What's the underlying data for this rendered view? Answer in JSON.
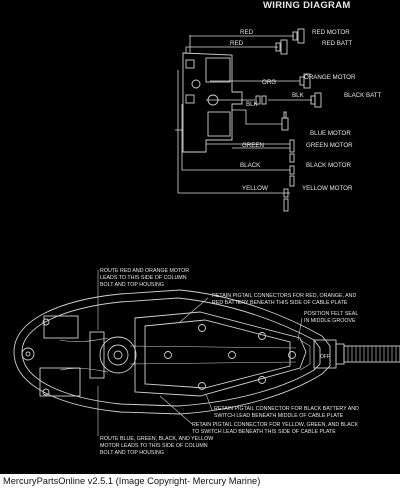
{
  "diagram": {
    "title": "WIRING DIAGRAM",
    "wire_labels": {
      "red_left": "RED",
      "red_motor": "RED MOTOR",
      "red_top": "RED",
      "red_batt": "RED BATT",
      "org": "ORG",
      "orange_motor": "ORANGE MOTOR",
      "blk_1": "BLK",
      "blk_2": "BLK",
      "black_batt": "BLACK BATT",
      "blue_motor": "BLUE MOTOR",
      "green": "GREEN",
      "green_motor": "GREEN MOTOR",
      "black": "BLACK",
      "black_motor": "BLACK MOTOR",
      "yellow": "YELLOW",
      "yellow_motor": "YELLOW MOTOR"
    },
    "notes": {
      "route_red_orange": [
        "ROUTE RED AND ORANGE MOTOR",
        "LEADS TO THIS SIDE OF COLUMN",
        "BOLT AND TOP HOUSING"
      ],
      "retain_pigtail_red": [
        "RETAIN PIGTAIL CONNECTORS FOR  RED, ORANGE, AND",
        "RED BATTERY BENEATH THIS SIDE OF CABLE PLATE"
      ],
      "felt_seal": [
        "POSITION FELT SEAL",
        "IN MIDDLE GROOVE"
      ],
      "retain_black": [
        "RETAIN PIGTAIL CONNECTOR FOR BLACK BATTERY AND",
        "SWITCH LEAD BENEATH MIDDLE OF CABLE PLATE"
      ],
      "retain_ygb": [
        "RETAIN PIGTAIL CONNECTOR FOR YELLOW, GREEN, AND BLACK",
        "TO SWITCH LEAD BENEATH THIS SIDE OF CABLE PLATE"
      ],
      "route_blue": [
        "ROUTE BLUE, GREEN, BLACK, AND YELLOW",
        "MOTOR LEADS TO THIS SIDE OF COLUMN",
        "BOLT AND TOP HOUSING"
      ],
      "off": "OFF"
    }
  },
  "caption": "MercuryPartsOnline v2.5.1 (Image Copyright- Mercury Marine)"
}
